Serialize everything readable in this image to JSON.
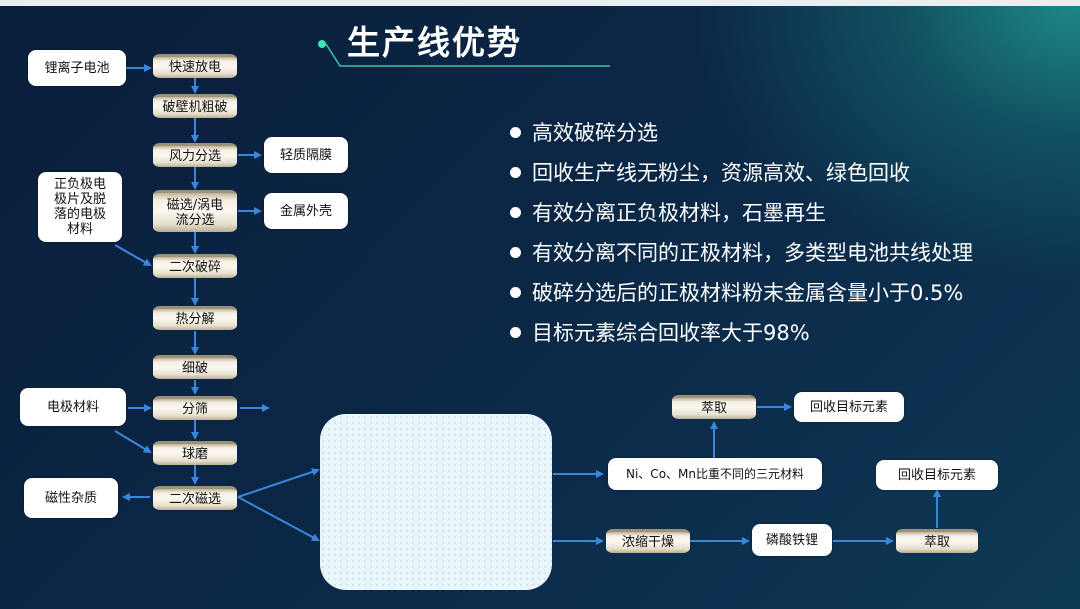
{
  "slide": {
    "title": "生产线优势",
    "colors": {
      "background": "#0b2645",
      "accent_glow": "#1d8a86",
      "title_dot": "#39e6b0",
      "arrow": "#2f7fd6"
    }
  },
  "flow": {
    "li_battery": "锂离子电池",
    "fast_discharge": "快速放电",
    "wall_breaker": "破壁机粗破",
    "wind_sort": "风力分选",
    "light_membrane": "轻质隔膜",
    "magnetic_eddy": "磁选/涡电流分选",
    "metal_shell": "金属外壳",
    "electrode_flakes": "正负极电极片及脱落的电极材料",
    "secondary_crush": "二次破碎",
    "pyrolysis": "热分解",
    "fine_crush": "细破",
    "electrode_material": "电极材料",
    "sieving": "分筛",
    "ball_mill": "球磨",
    "magnetic_impurity": "磁性杂质",
    "secondary_magnetic": "二次磁选",
    "ternary_material": "Ni、Co、Mn比重不同的三元材料",
    "extraction_top": "萃取",
    "recover_top": "回收目标元素",
    "concentrate_dry": "浓缩干燥",
    "lfp": "磷酸铁锂",
    "extraction_bottom": "萃取",
    "recover_bottom": "回收目标元素"
  },
  "bullets": [
    "高效破碎分选",
    "回收生产线无粉尘，资源高效、绿色回收",
    "有效分离正负极材料，石墨再生",
    "有效分离不同的正极材料，多类型电池共线处理",
    "破碎分选后的正极材料粉末金属含量小于0.5%",
    "目标元素综合回收率大于98%"
  ]
}
